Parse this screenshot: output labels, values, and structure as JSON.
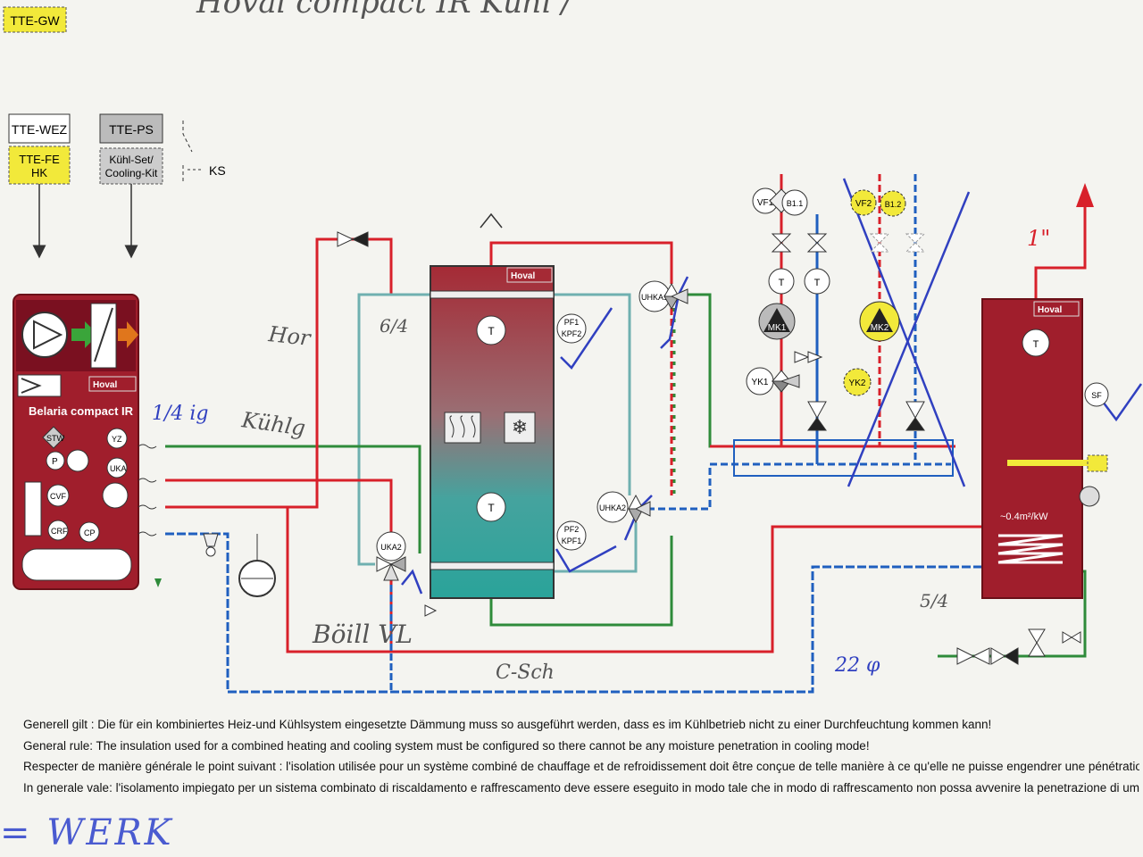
{
  "header_scrawl": "Hoval  compact IR Kühl /",
  "labels": {
    "tte_gw": "TTE-GW",
    "tte_wez": "TTE-WEZ",
    "tte_fe_line1": "TTE-FE",
    "tte_fe_line2": "HK",
    "tte_ps": "TTE-PS",
    "kuehl_set_line1": "Kühl-Set/",
    "kuehl_set_line2": "Cooling-Kit",
    "ks": "KS",
    "brand": "Hoval",
    "unit_name": "Belaria compact IR",
    "stw": "STW",
    "p": "P",
    "yz": "YZ",
    "uka": "UKA",
    "cvf": "CVF",
    "crf": "CRF",
    "cp": "CP",
    "uka2": "UKA2",
    "uhka1": "UHKA1",
    "uhka2": "UHKA2",
    "pf1": "PF1",
    "kpf2": "KPF2",
    "pf2": "PF2",
    "kpf1": "KPF1",
    "t": "T",
    "vf1": "VF1",
    "b11": "B1.1",
    "vf2": "VF2",
    "b12": "B1.2",
    "mk1": "MK1",
    "mk2": "MK2",
    "yk1": "YK1",
    "yk2": "YK2",
    "sf": "SF",
    "coil": "~0.4m²/kW"
  },
  "handwriting": {
    "hor": "Hor",
    "ratio_64": "6/4",
    "kuhlg": "Kühlg",
    "one_ig": "1/4 ig",
    "boill_vl": "Böill VL",
    "c_sch": "C-Sch",
    "five_four": "5/4",
    "twenty_two": "22 φ",
    "one_q": "1\""
  },
  "notes": [
    "Generell gilt : Die für ein kombiniertes Heiz-und Kühlsystem eingesetzte Dämmung muss so ausgeführt werden, dass es im Kühlbetrieb nicht zu einer Durchfeuchtung kommen kann!",
    "General rule: The insulation used for a combined heating and cooling system must be configured so there cannot be any moisture penetration in cooling mode!",
    "Respecter de manière générale le point suivant : l'isolation utilisée pour un système combiné de chauffage et de refroidissement doit être conçue de telle manière à ce qu'elle ne puisse engendrer une pénétration de l'hum",
    "In generale vale: l'isolamento impiegato per un sistema combinato di riscaldamento e raffrescamento deve essere eseguito in modo tale che in modo di raffrescamento non possa avvenire la penetrazione di umidità!"
  ],
  "bottom_scrawl": "= WERK",
  "colors": {
    "red_pipe": "#d8202a",
    "blue_pipe": "#1f5fbf",
    "green_pipe": "#2e8b3a",
    "teal_pipe": "#6fb0b0",
    "unit_red": "#a01e2c",
    "tank_top": "#a52a35",
    "tank_bottom": "#2aa39a",
    "yellow": "#f2e93a",
    "ink_blue": "#3040c0"
  }
}
